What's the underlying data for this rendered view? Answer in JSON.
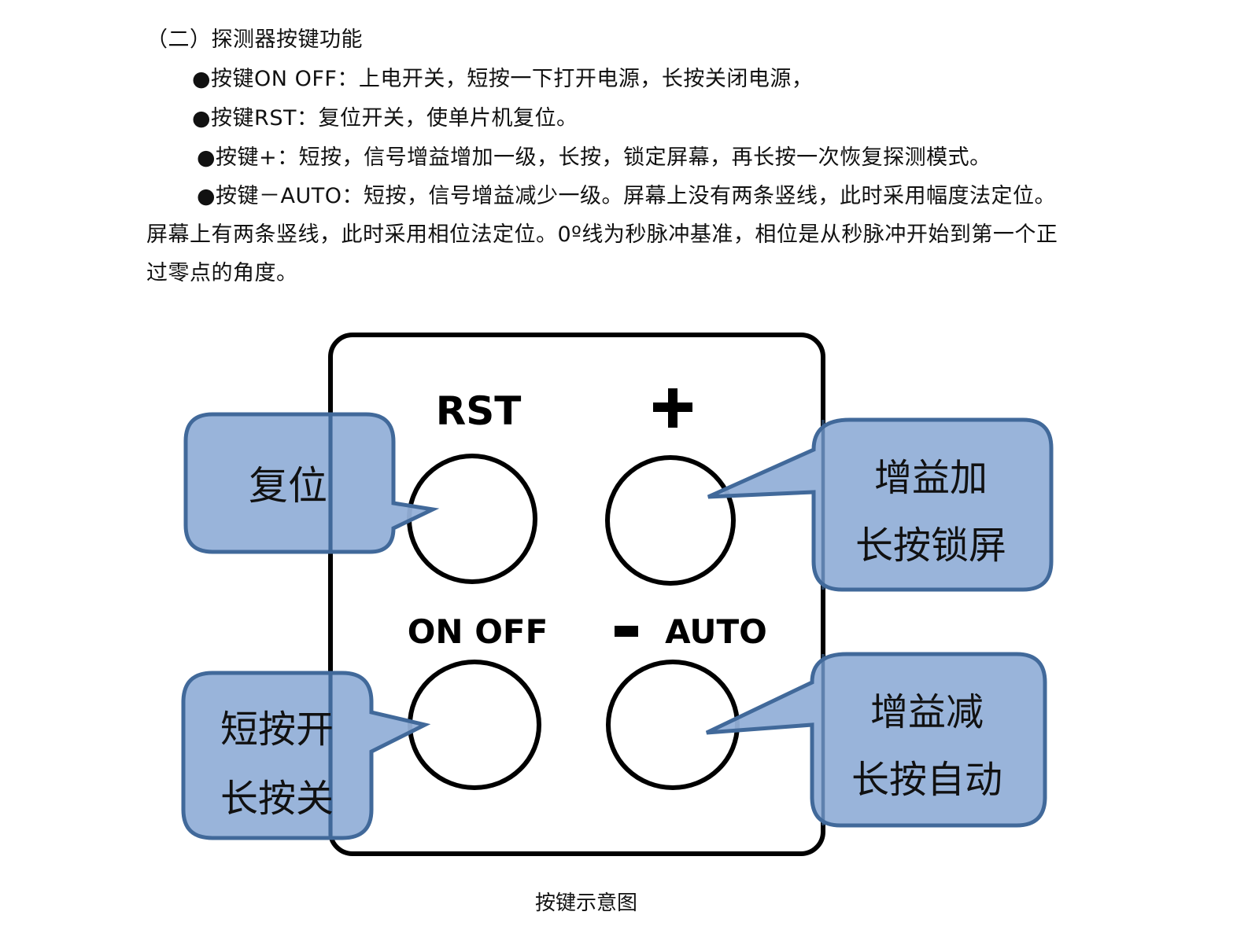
{
  "section_title": "（二）探测器按键功能",
  "paragraphs": [
    "●按键ON OFF：上电开关，短按一下打开电源，长按关闭电源，",
    "●按键RST：复位开关，使单片机复位。",
    "●按键+：短按，信号增益增加一级，长按，锁定屏幕，再长按一次恢复探测模式。",
    "●按键－AUTO：短按，信号增益减少一级。屏幕上没有两条竖线，此时采用幅度法定位。",
    "屏幕上有两条竖线，此时采用相位法定位。0º线为秒脉冲基准，相位是从秒脉冲开始到第一个正",
    "过零点的角度。"
  ],
  "diagram": {
    "button_labels": {
      "rst": "RST",
      "plus": "+",
      "on_off": "ON OFF",
      "minus_auto": "AUTO"
    },
    "callouts": {
      "rst": [
        "复位"
      ],
      "plus": [
        "增益加",
        "长按锁屏"
      ],
      "on_off": [
        "短按开",
        "长按关"
      ],
      "minus_auto": [
        "增益减",
        "长按自动"
      ]
    },
    "colors": {
      "callout_fill": "#93b0d8",
      "callout_stroke": "#41699a",
      "outline": "#000000"
    },
    "caption": "按键示意图"
  }
}
